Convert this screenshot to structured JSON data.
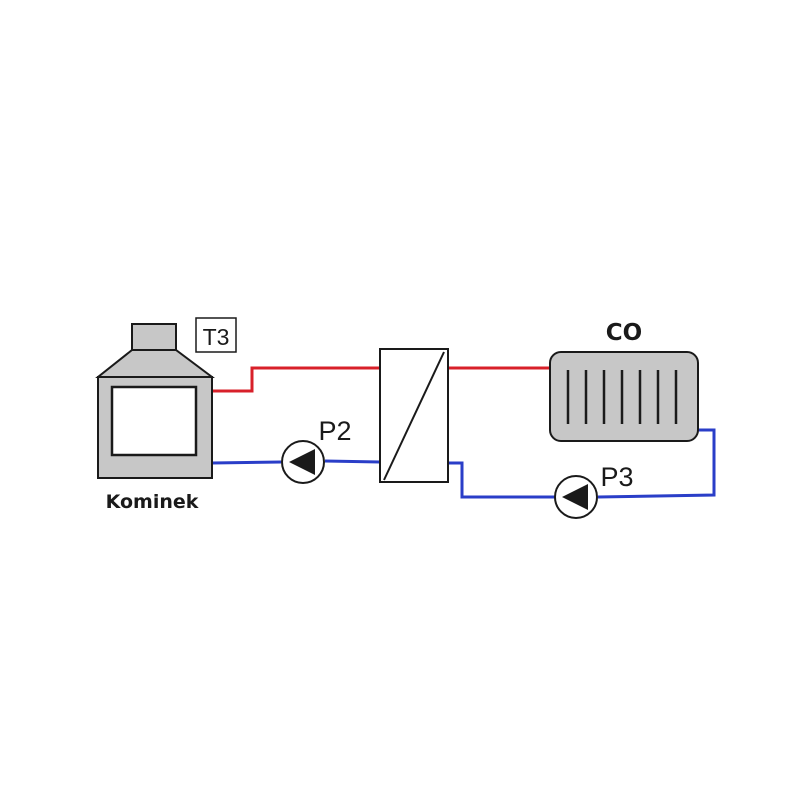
{
  "labels": {
    "fireplace": "Kominek",
    "sensor": "T3",
    "pump_left": "P2",
    "pump_right": "P3",
    "radiator": "CO"
  },
  "colors": {
    "supply_pipe": "#d8202a",
    "return_pipe": "#2a3ec8",
    "equipment_fill": "#c7c7c7",
    "outline": "#1a1a1a",
    "background": "#ffffff"
  }
}
